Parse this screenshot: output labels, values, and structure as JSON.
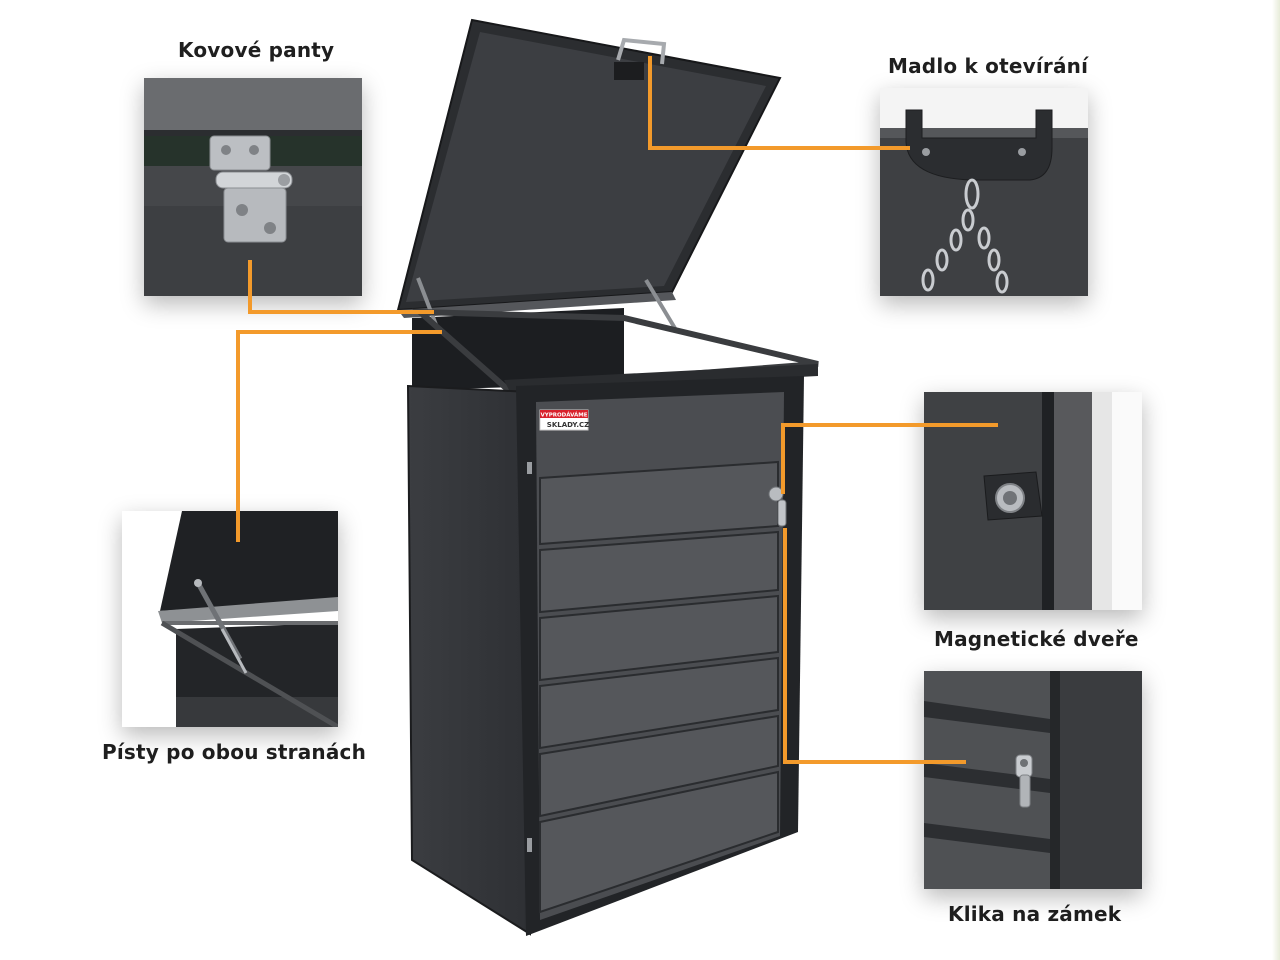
{
  "labels": {
    "hinges": "Kovové panty",
    "handle": "Madlo k otevírání",
    "pistons": "Písty po obou stranách",
    "magnetic_door": "Magnetické dveře",
    "lock_handle": "Klika na zámek"
  },
  "badge": {
    "line1": "VYPRODÁVÁME",
    "line2": "SKLADY.CZ"
  },
  "colors": {
    "callout_line": "#f39a2b",
    "bin_body": "#4a4c50",
    "bin_dark": "#2d2f32",
    "badge_red": "#d8212b"
  }
}
